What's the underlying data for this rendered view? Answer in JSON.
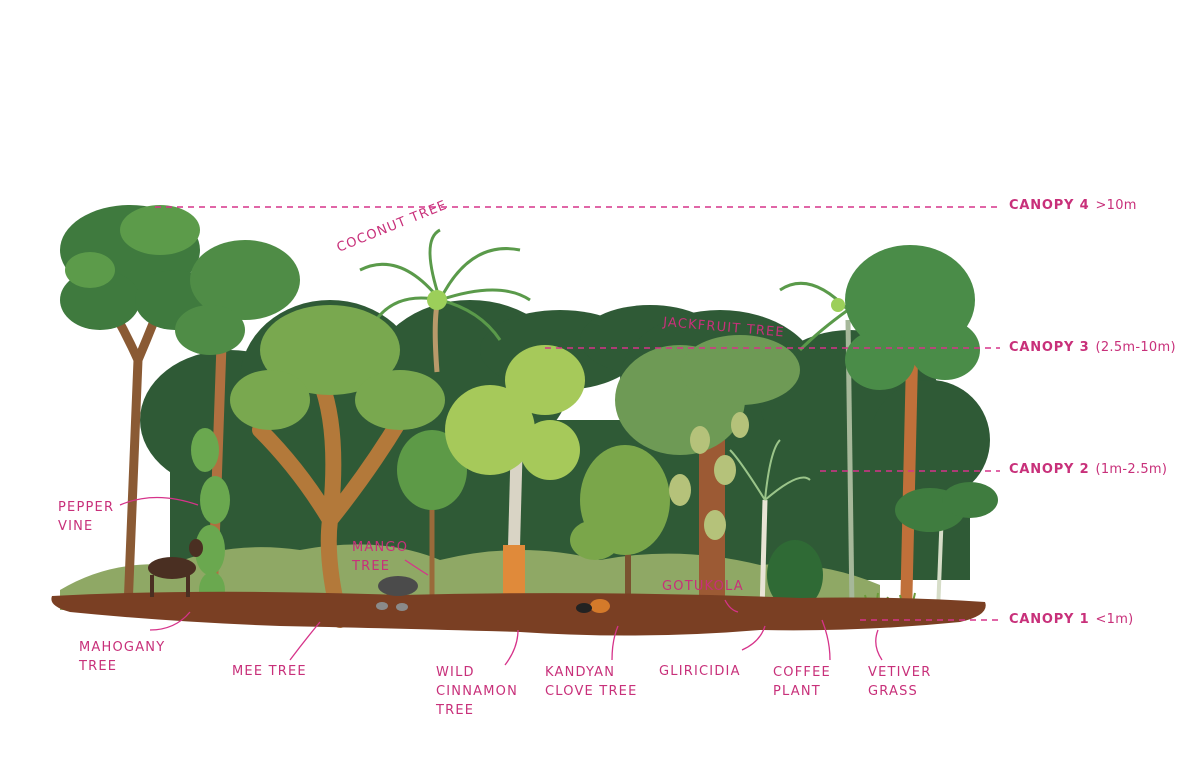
{
  "accent_color": "#c8307a",
  "canopies": [
    {
      "name": "CANOPY 4",
      "range": ">10m"
    },
    {
      "name": "CANOPY 3",
      "range": "(2.5m-10m)"
    },
    {
      "name": "CANOPY 2",
      "range": "(1m-2.5m)"
    },
    {
      "name": "CANOPY 1",
      "range": "<1m)"
    }
  ],
  "labels": {
    "coconut_tree": "COCONUT TREE",
    "jackfruit_tree": "JACKFRUIT TREE",
    "pepper_vine": "PEPPER\nVINE",
    "mango_tree": "MANGO\nTREE",
    "mahogany_tree": "MAHOGANY\nTREE",
    "mee_tree": "MEE TREE",
    "wild_cinnamon_tree": "WILD\nCINNAMON\nTREE",
    "kandyan_clove_tree": "KANDYAN\nCLOVE TREE",
    "gotukola": "GOTUKOLA",
    "gliricidia": "GLIRICIDIA",
    "coffee_plant": "COFFEE\nPLANT",
    "vetiver_grass": "VETIVER\nGRASS"
  }
}
